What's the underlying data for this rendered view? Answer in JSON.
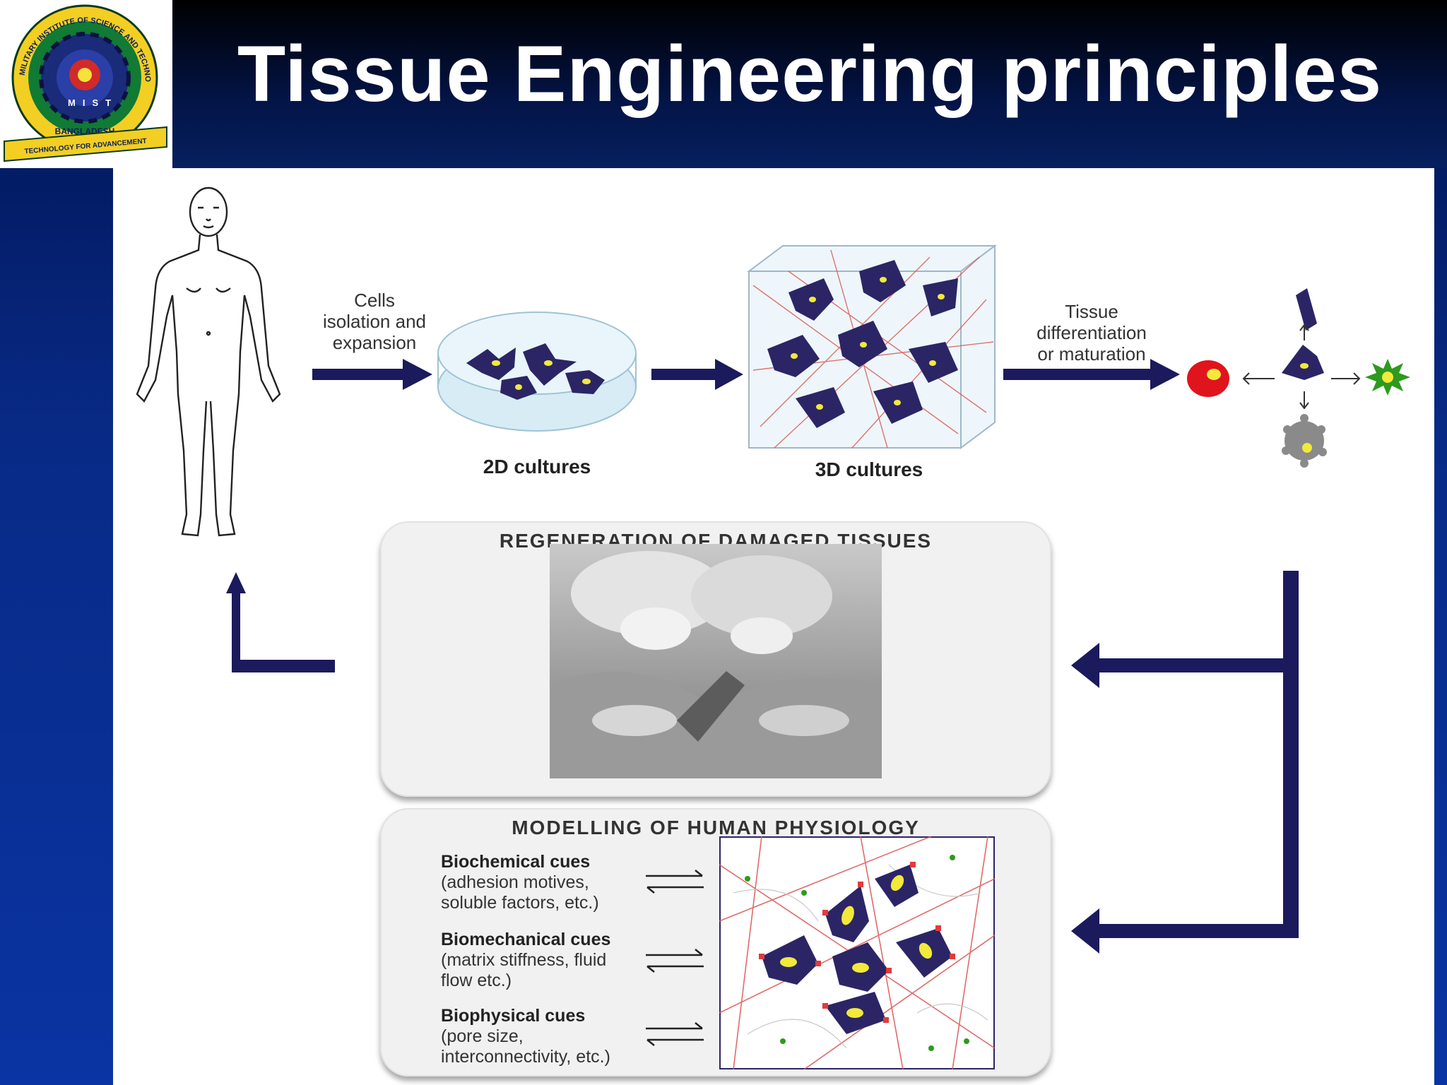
{
  "slide": {
    "title": "Tissue Engineering principles"
  },
  "logo": {
    "ring_top_text": "MILITARY INSTITUTE OF SCIENCE AND TECHNOLOGY",
    "bottom_text": "BANGLADESH",
    "ribbon_text": "TECHNOLOGY FOR ADVANCEMENT",
    "letters": "MIST"
  },
  "diagram": {
    "step1_label": [
      "Cells",
      "isolation and",
      "expansion"
    ],
    "cultures_2d": "2D cultures",
    "cultures_3d": "3D cultures",
    "step2_label": [
      "Tissue",
      "differentiation",
      "or maturation"
    ],
    "regeneration_title": "REGENERATION  OF DAMAGED  TISSUES",
    "modelling_title": "MODELLING  OF HUMAN PHYSIOLOGY",
    "cues": [
      {
        "title": "Biochemical cues",
        "lines": [
          "(adhesion motives,",
          "soluble factors, etc.)"
        ]
      },
      {
        "title": "Biomechanical cues",
        "lines": [
          "(matrix stiffness, fluid",
          "flow etc.)"
        ]
      },
      {
        "title": "Biophysical cues",
        "lines": [
          "(pore size,",
          "interconnectivity, etc.)"
        ]
      }
    ]
  },
  "colors": {
    "arrow": "#1b1a5c",
    "cell": "#2b2566",
    "nucleus": "#f2e93a",
    "fiber": "#d9534f",
    "red_cell": "#e0141c",
    "green_cell": "#2d9a1e"
  }
}
